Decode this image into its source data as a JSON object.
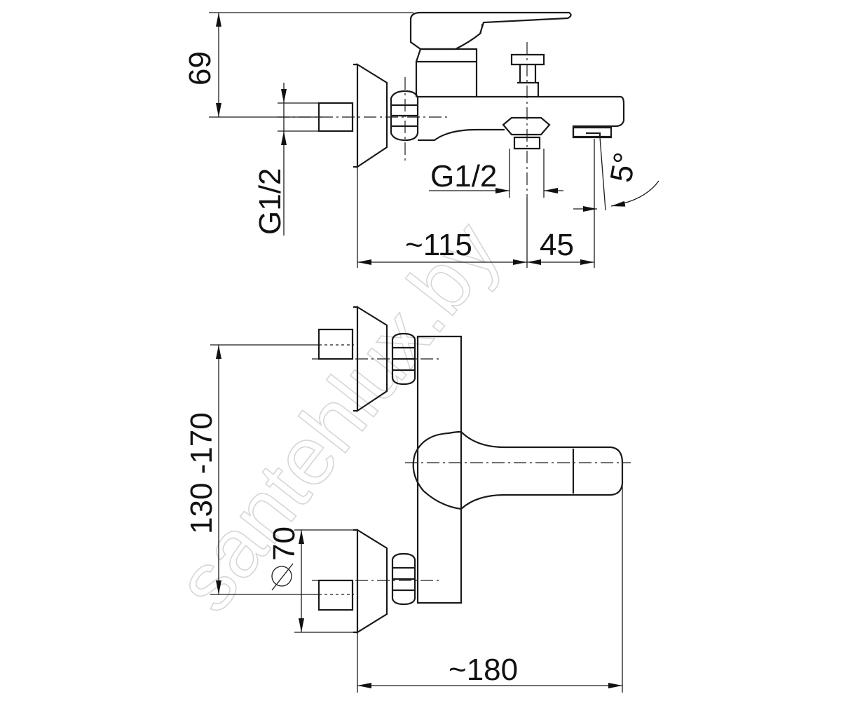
{
  "watermark": "santehlux.by",
  "side_view": {
    "dim_height": "69",
    "dim_thread_left": "G1/2",
    "dim_thread_bottom": "G1/2",
    "dim_length": "~115",
    "dim_spout": "45",
    "dim_angle": "5°"
  },
  "front_view": {
    "dim_centers": "130 -170",
    "dim_flange": "70",
    "dim_width": "~180"
  }
}
